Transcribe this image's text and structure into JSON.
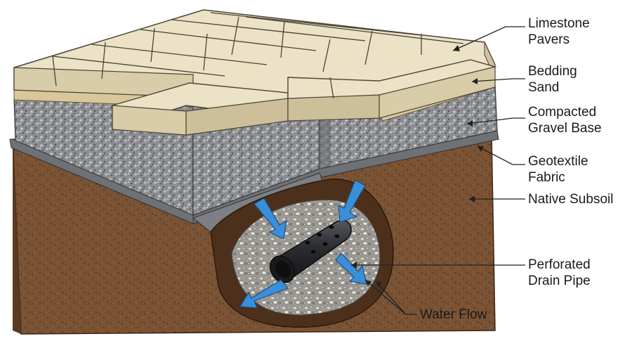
{
  "colors": {
    "paver": "#ece2c6",
    "paver_edge": "#4a4438",
    "sand": "#d9c79b",
    "gravel": "#8a8c8e",
    "fabric": "#6e7175",
    "soil": "#7a5234",
    "soil_dark": "#5b3a22",
    "pipe": "#2b2d30",
    "arrow": "#3b8fd9",
    "leader": "#222222"
  },
  "labels": {
    "limestone_pavers": {
      "line1": "Limestone",
      "line2": "Pavers"
    },
    "bedding_sand": {
      "line1": "Bedding",
      "line2": "Sand"
    },
    "compacted_gravel_base": {
      "line1": "Compacted",
      "line2": "Gravel Base"
    },
    "geotextile_fabric": {
      "line1": "Geotextile",
      "line2": "Fabric"
    },
    "native_subsoil": {
      "line1": "Native Subsoil"
    },
    "perforated_drain_pipe": {
      "line1": "Perforated",
      "line2": "Drain Pipe"
    },
    "water_flow": {
      "line1": "Water Flow"
    }
  }
}
